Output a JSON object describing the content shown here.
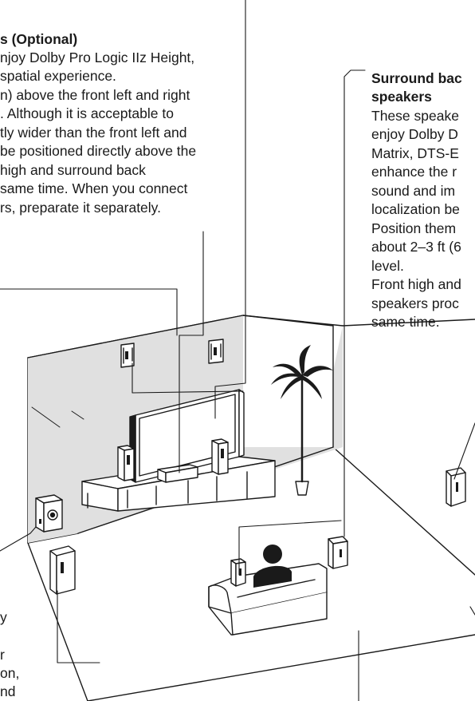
{
  "front_high": {
    "heading": "s (Optional)",
    "lines": [
      "njoy Dolby Pro Logic IIz Height,",
      "spatial experience.",
      "n) above the front left and right",
      ". Although it is acceptable to",
      "tly wider than the front left and",
      "be positioned directly above the",
      "high and surround back",
      "same time. When you connect",
      "rs, preparate it separately."
    ]
  },
  "surround_back": {
    "heading_lines": [
      "Surround bac",
      "speakers"
    ],
    "lines": [
      "These speake",
      "enjoy Dolby D",
      "Matrix, DTS-E",
      "enhance the r",
      "sound and im",
      "localization be",
      "Position them",
      "about 2–3 ft (6",
      "level.",
      "Front high and",
      "speakers proc",
      "same time."
    ]
  },
  "left_fragment": {
    "lines": [
      "y",
      "r",
      "on,",
      "nd"
    ]
  },
  "colors": {
    "ink": "#1a1a1a",
    "wall": "#e0e0e0",
    "background": "#ffffff"
  },
  "figure": {
    "subject": "speaker-layout-room-illustration"
  }
}
